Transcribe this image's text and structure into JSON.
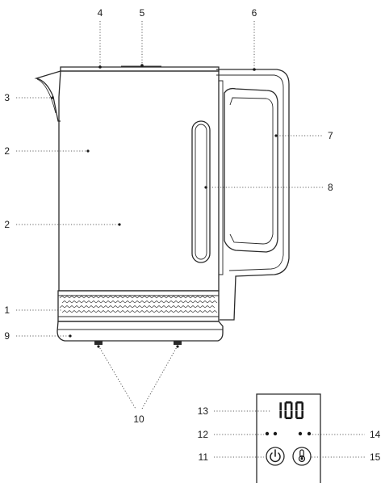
{
  "figure": {
    "callouts": [
      {
        "id": "c1",
        "label": "1"
      },
      {
        "id": "c2a",
        "label": "2"
      },
      {
        "id": "c2b",
        "label": "2"
      },
      {
        "id": "c3",
        "label": "3"
      },
      {
        "id": "c4",
        "label": "4"
      },
      {
        "id": "c5",
        "label": "5"
      },
      {
        "id": "c6",
        "label": "6"
      },
      {
        "id": "c7",
        "label": "7"
      },
      {
        "id": "c8",
        "label": "8"
      },
      {
        "id": "c9",
        "label": "9"
      },
      {
        "id": "c10",
        "label": "10"
      },
      {
        "id": "c11",
        "label": "11"
      },
      {
        "id": "c12",
        "label": "12"
      },
      {
        "id": "c13",
        "label": "13"
      },
      {
        "id": "c14",
        "label": "14"
      },
      {
        "id": "c15",
        "label": "15"
      }
    ],
    "display_readout": "100",
    "icons": {
      "power_button": "power-icon",
      "temperature_button": "thermometer-icon"
    },
    "colors": {
      "line": "#2a2a2a",
      "background": "#ffffff"
    }
  }
}
